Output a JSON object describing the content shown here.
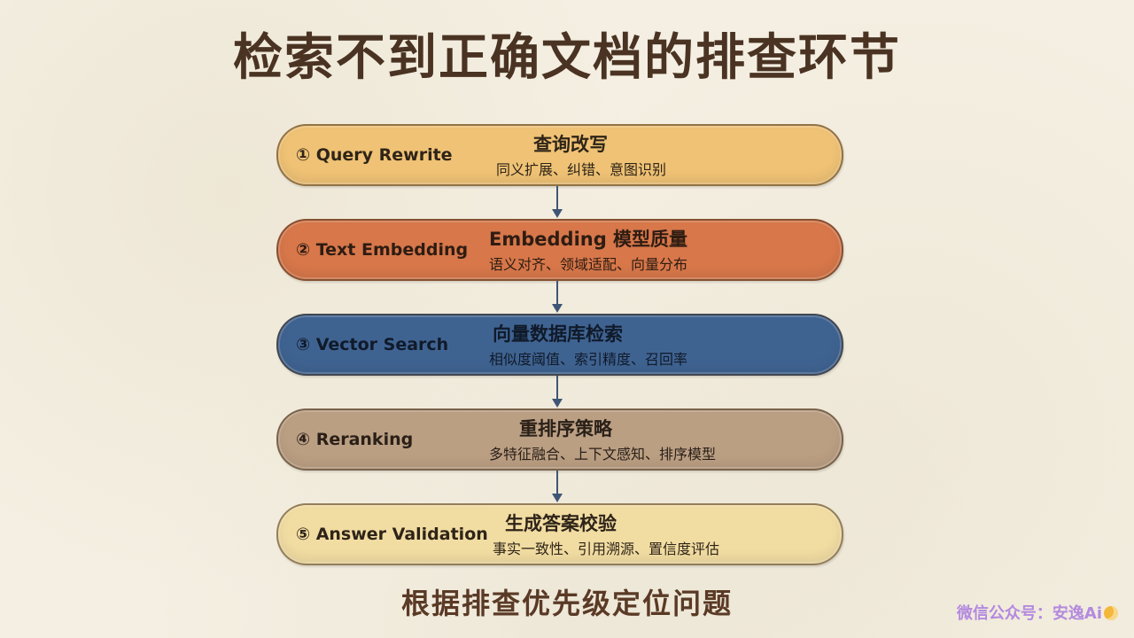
{
  "title": "检索不到正确文档的排查环节",
  "steps": [
    {
      "label": "① Query Rewrite",
      "heading": "查询改写",
      "detail": "同义扩展、纠错、意图识别",
      "color": "#efc275",
      "text_color": "#2e2418"
    },
    {
      "label": "② Text Embedding",
      "heading": "Embedding 模型质量",
      "detail": "语义对齐、领域适配、向量分布",
      "color": "#d7774a",
      "text_color": "#2e1c12"
    },
    {
      "label": "③ Vector Search",
      "heading": "向量数据库检索",
      "detail": "相似度阈值、索引精度、召回率",
      "color": "#3f6391",
      "text_color": "#101a2a"
    },
    {
      "label": "④ Reranking",
      "heading": "重排序策略",
      "detail": "多特征融合、上下文感知、排序模型",
      "color": "#bb9f83",
      "text_color": "#2a2018"
    },
    {
      "label": "⑤ Answer Validation",
      "heading": "生成答案校验",
      "detail": "事实一致性、引用溯源、置信度评估",
      "color": "#f1dca2",
      "text_color": "#2e2418"
    }
  ],
  "footer": "根据排查优先级定位问题",
  "watermark": "微信公众号：安逸Ai",
  "colors": {
    "arrow": "#3e5675",
    "background": "#f4efe2",
    "title": "#4a3322"
  }
}
